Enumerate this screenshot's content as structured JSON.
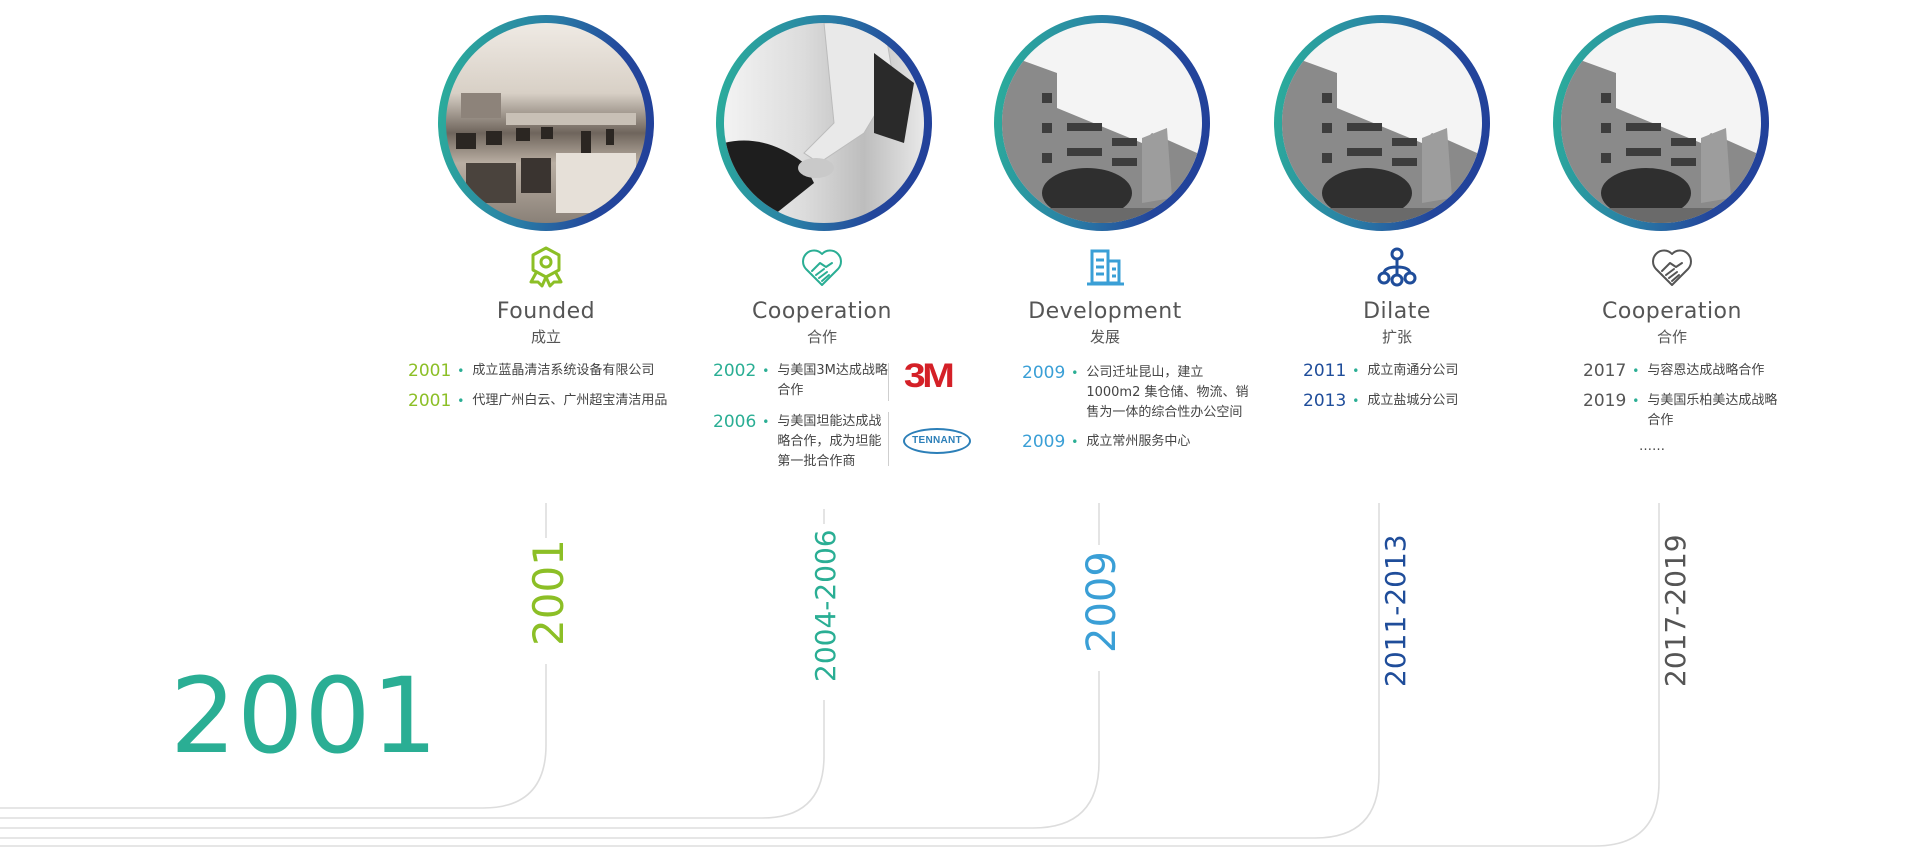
{
  "colors": {
    "green": "#8cbf26",
    "teal": "#2aae94",
    "sky": "#3a9fd6",
    "navy": "#1f4d9a",
    "gray": "#555555",
    "line": "#dddddd"
  },
  "big_year": "2001",
  "milestones": [
    {
      "icon": "award-ribbon-icon",
      "title_en": "Founded",
      "title_cn": "成立",
      "vertical_year": "2001",
      "photo": "office-interior-photo",
      "entries": [
        {
          "year": "2001",
          "text": "成立蓝晶清洁系统设备有限公司"
        },
        {
          "year": "2001",
          "text": "代理广州白云、广州超宝清洁用品"
        }
      ]
    },
    {
      "icon": "handshake-heart-icon",
      "title_en": "Cooperation",
      "title_cn": "合作",
      "vertical_year": "2004-2006",
      "photo": "handshake-photo",
      "entries": [
        {
          "year": "2002",
          "text": "与美国3M达成战略合作",
          "logo": "3M"
        },
        {
          "year": "2006",
          "text": "与美国坦能达成战略合作，成为坦能第一批合作商",
          "logo": "TENNANT"
        }
      ]
    },
    {
      "icon": "building-icon",
      "title_en": "Development",
      "title_cn": "发展",
      "vertical_year": "2009",
      "photo": "office-building-photo",
      "entries": [
        {
          "year": "2009",
          "text": "公司迁址昆山，建立 1000m2 集仓储、物流、销售为一体的综合性办公空间"
        },
        {
          "year": "2009",
          "text": "成立常州服务中心"
        }
      ]
    },
    {
      "icon": "network-branch-icon",
      "title_en": "Dilate",
      "title_cn": "扩张",
      "vertical_year": "2011-2013",
      "photo": "office-building-photo",
      "entries": [
        {
          "year": "2011",
          "text": "成立南通分公司"
        },
        {
          "year": "2013",
          "text": "成立盐城分公司"
        }
      ]
    },
    {
      "icon": "handshake-heart-icon",
      "title_en": "Cooperation",
      "title_cn": "合作",
      "vertical_year": "2017-2019",
      "photo": "office-building-photo",
      "entries": [
        {
          "year": "2017",
          "text": "与容恩达成战略合作"
        },
        {
          "year": "2019",
          "text": "与美国乐柏美达成战略合作"
        }
      ],
      "more": "……"
    }
  ]
}
